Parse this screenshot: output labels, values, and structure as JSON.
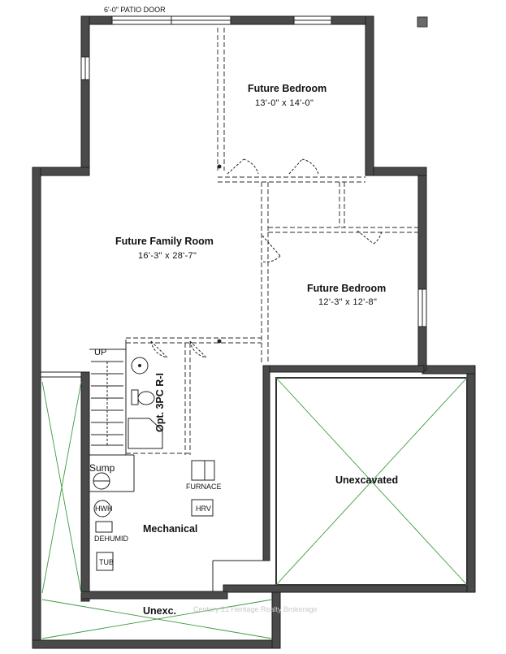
{
  "labels": {
    "patio_door": "6'-0\" PATIO DOOR",
    "up": "UP",
    "sump": "Sump",
    "furnace": "FURNACE",
    "hrv": "HRV",
    "hwh": "HWH",
    "dehumid": "DEHUMID",
    "tub": "TUB",
    "opt_bath": "Opt. 3PC R-I"
  },
  "rooms": {
    "bedroom_top": {
      "name": "Future Bedroom",
      "dims": "13'-0\" x 14'-0\""
    },
    "family_room": {
      "name": "Future Family Room",
      "dims": "16'-3\" x 28'-7\""
    },
    "bedroom_right": {
      "name": "Future Bedroom",
      "dims": "12'-3\" x 12'-8\""
    },
    "mechanical": {
      "name": "Mechanical"
    },
    "unexcavated": {
      "name": "Unexcavated"
    },
    "unexc": {
      "name": "Unexc."
    }
  },
  "watermark": "Century 21 Heritage Realty Brokerage"
}
